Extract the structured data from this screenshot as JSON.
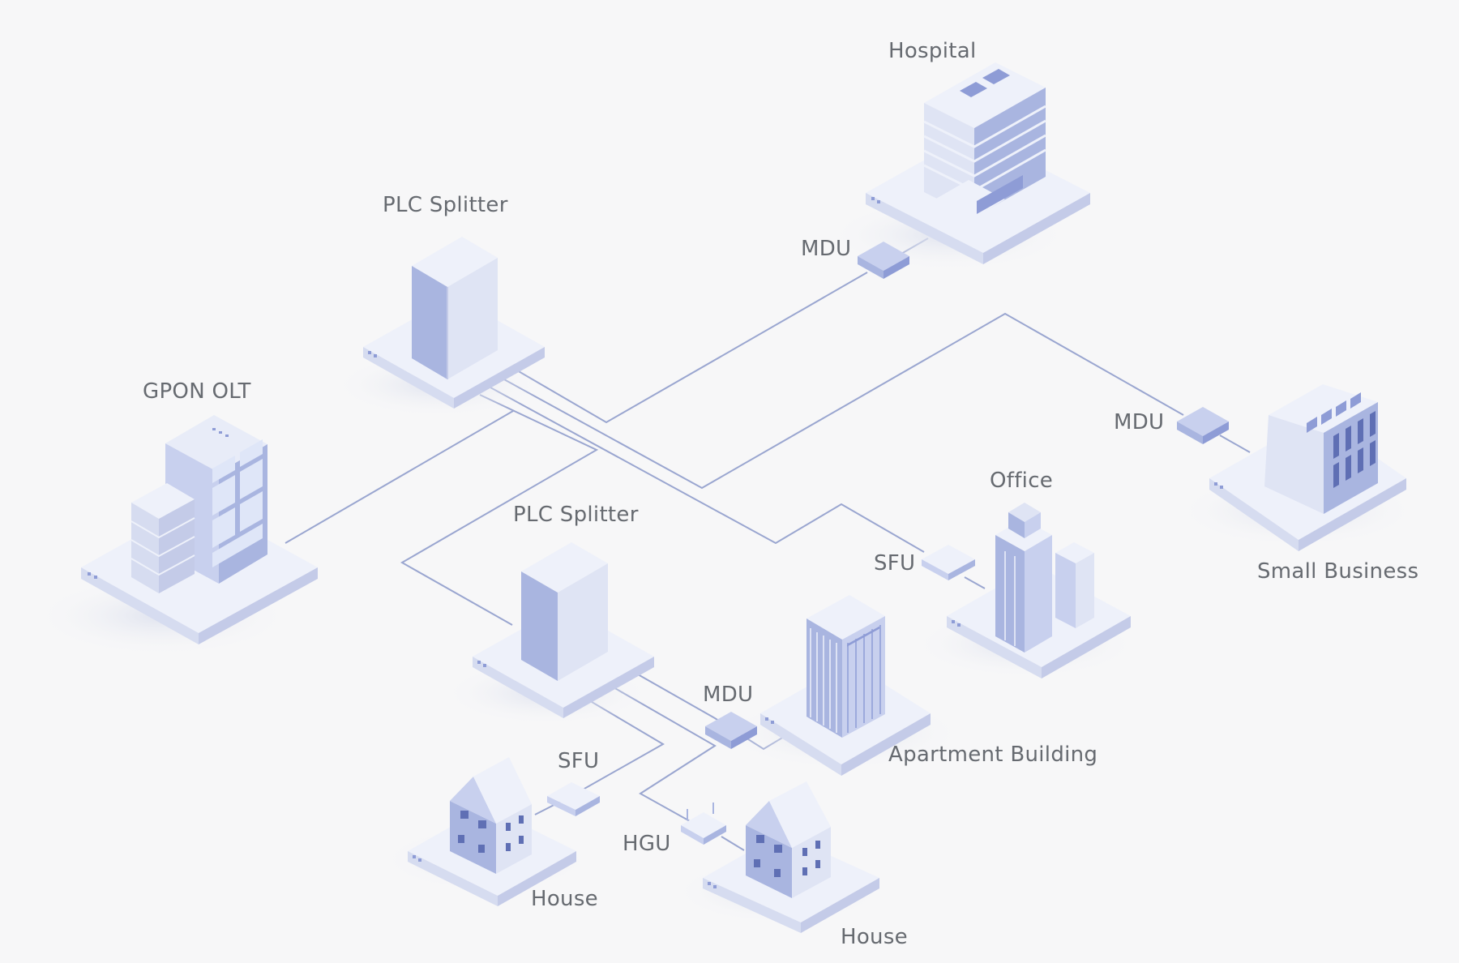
{
  "labels": {
    "gpon_olt": "GPON OLT",
    "plc_splitter_1": "PLC Splitter",
    "plc_splitter_2": "PLC Splitter",
    "hospital": "Hospital",
    "mdu_hospital": "MDU",
    "mdu_small_business": "MDU",
    "small_business": "Small Business",
    "office": "Office",
    "sfu_office": "SFU",
    "mdu_apartment": "MDU",
    "apartment_building": "Apartment Building",
    "sfu_house": "SFU",
    "house_1": "House",
    "hgu": "HGU",
    "house_2": "House"
  },
  "colors": {
    "background": "#f7f7f8",
    "line": "#9aa6d0",
    "platform_top": "#eef1fa",
    "platform_left": "#d6dcf0",
    "platform_right": "#c4cbe8",
    "building_light": "#dfe4f4",
    "building_mid": "#a9b5e0",
    "building_dark": "#8e9cd6",
    "label": "#666a70"
  }
}
